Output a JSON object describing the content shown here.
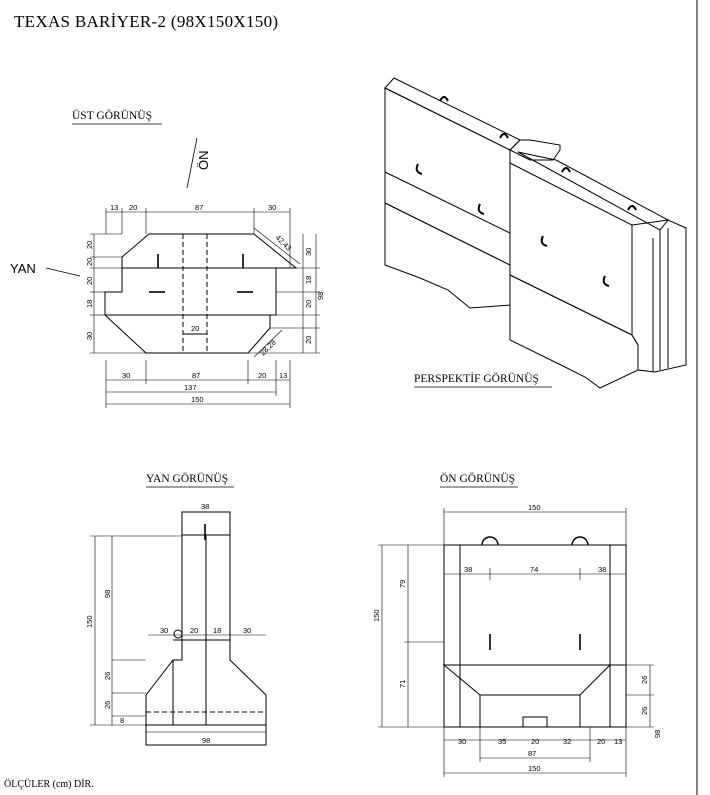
{
  "title": "TEXAS BARİYER-2 (98X150X150)",
  "views": {
    "top": "ÜST GÖRÜNÜŞ",
    "perspective": "PERSPEKTİF GÖRÜNÜŞ",
    "side": "YAN GÖRÜNÜŞ",
    "front": "ÖN GÖRÜNÜŞ"
  },
  "labels": {
    "yan": "YAN",
    "on": "ÖN"
  },
  "footer": "ÖLÇÜLER  (cm) DİR.",
  "dims_top": {
    "t13a": "13",
    "t20a": "20",
    "t87a": "87",
    "t30a": "30",
    "diag1": "42,43",
    "diag2": "28,28",
    "l20a": "20",
    "l20b": "20",
    "l20c": "20",
    "l18": "18",
    "l30": "30",
    "r30": "30",
    "r18": "18",
    "r20a": "20",
    "r20b": "20",
    "r98": "98",
    "c20": "20",
    "b30": "30",
    "b87": "87",
    "b20": "20",
    "b13": "13",
    "b137": "137",
    "b150": "150"
  },
  "dims_side": {
    "s38": "38",
    "s150": "150",
    "s98": "98",
    "s26a": "26",
    "s26b": "26",
    "s8": "8",
    "s30a": "30",
    "s20": "20",
    "s18": "18",
    "s30b": "30",
    "s98b": "98"
  },
  "dims_front": {
    "f150top": "150",
    "f38a": "38",
    "f74": "74",
    "f38b": "38",
    "f150l": "150",
    "f79": "79",
    "f71": "71",
    "f26a": "26",
    "f26b": "26",
    "f98": "98",
    "f30": "30",
    "f35": "35",
    "f20a": "20",
    "f32": "32",
    "f20b": "20",
    "f13": "13",
    "f87": "87",
    "f150b": "150"
  }
}
